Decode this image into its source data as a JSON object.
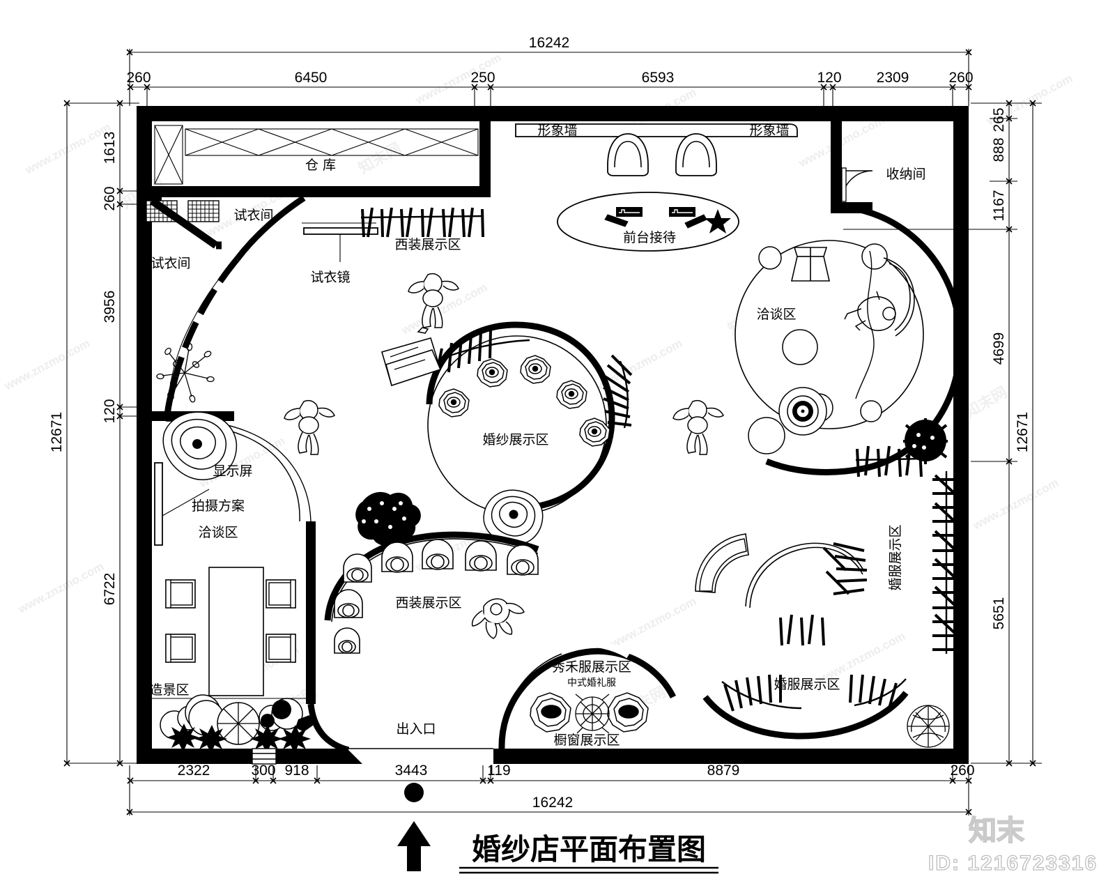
{
  "drawing": {
    "title": "婚纱店平面布置图",
    "watermark_brand": "知末",
    "watermark_id": "ID: 1216723316",
    "watermark_url": "www.znzmo.com",
    "north_arrow": "north-arrow"
  },
  "dimensions": {
    "overall_width_top": "16242",
    "overall_width_bottom": "16242",
    "overall_height_left": "12671",
    "overall_height_right": "12671",
    "top_chain": [
      "260",
      "6450",
      "250",
      "6593",
      "120",
      "2309",
      "260"
    ],
    "bottom_chain": [
      "2322",
      "300",
      "918",
      "3443",
      "119",
      "8879",
      "260"
    ],
    "left_chain": [
      "1613",
      "260",
      "3956",
      "120",
      "6722"
    ],
    "right_chain": [
      "265",
      "888",
      "1167",
      "4699",
      "5651"
    ]
  },
  "rooms": [
    {
      "id": "warehouse",
      "label": "仓  库"
    },
    {
      "id": "fitting-room-1",
      "label": "试衣间"
    },
    {
      "id": "fitting-room-2",
      "label": "试衣间"
    },
    {
      "id": "fitting-mirror",
      "label": "试衣镜"
    },
    {
      "id": "suit-display-top",
      "label": "西装展示区"
    },
    {
      "id": "image-wall-left",
      "label": "形象墙"
    },
    {
      "id": "image-wall-right",
      "label": "形象墙"
    },
    {
      "id": "reception",
      "label": "前台接待"
    },
    {
      "id": "storage-room",
      "label": "收纳间"
    },
    {
      "id": "consultation-area",
      "label": "洽谈区"
    },
    {
      "id": "wedding-dress-display",
      "label": "婚纱展示区"
    },
    {
      "id": "display-screen",
      "label": "显示屏"
    },
    {
      "id": "photo-plan-consult",
      "label": "拍摄方案"
    },
    {
      "id": "photo-plan-consult-2",
      "label": "洽谈区"
    },
    {
      "id": "landscape-area",
      "label": "造景区"
    },
    {
      "id": "suit-display-mid",
      "label": "西装展示区"
    },
    {
      "id": "entrance",
      "label": "出入口"
    },
    {
      "id": "xiuhe-display",
      "label": "秀禾服展示区"
    },
    {
      "id": "xiuhe-sub",
      "中式婚礼服": "",
      "label": "中式婚礼服"
    },
    {
      "id": "window-display",
      "label": "橱窗展示区"
    },
    {
      "id": "wedding-wear-right",
      "label": "婚服展示区"
    },
    {
      "id": "wedding-wear-bottom",
      "label": "婚服展示区"
    }
  ]
}
